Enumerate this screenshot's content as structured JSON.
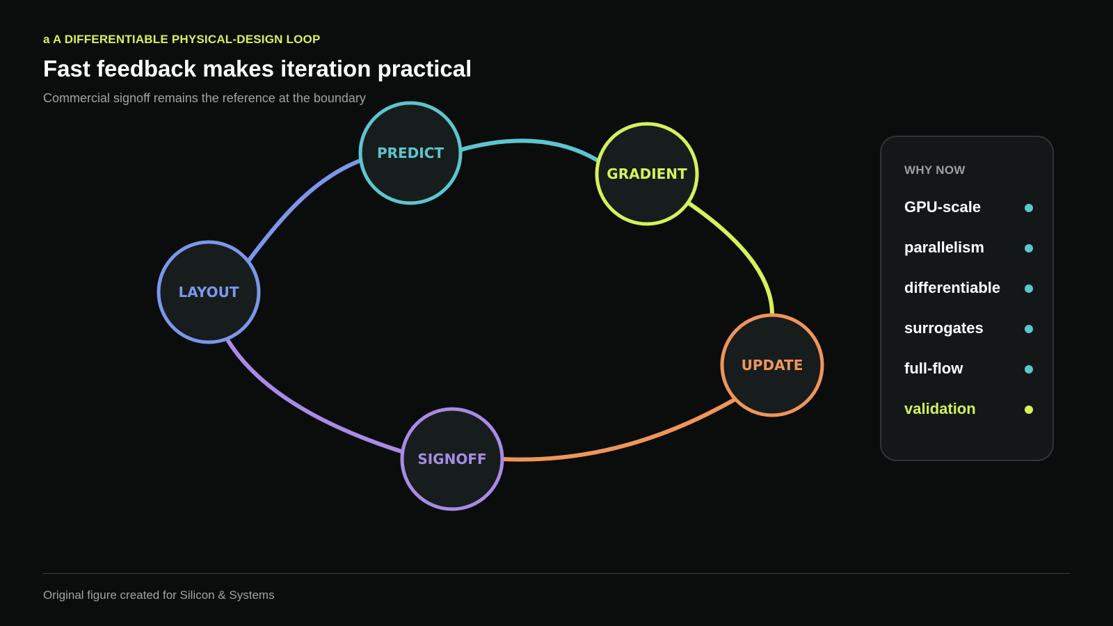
{
  "header": {
    "kicker": "a A DIFFERENTIABLE PHYSICAL-DESIGN LOOP",
    "title": "Fast feedback makes iteration practical",
    "subtitle": "Commercial signoff remains the reference at the boundary"
  },
  "diagram": {
    "nodes": [
      {
        "id": "layout",
        "label": "LAYOUT",
        "color": "#7b97ec"
      },
      {
        "id": "predict",
        "label": "PREDICT",
        "color": "#5cc6cf"
      },
      {
        "id": "gradient",
        "label": "GRADIENT",
        "color": "#d4f25a"
      },
      {
        "id": "update",
        "label": "UPDATE",
        "color": "#f0955a"
      },
      {
        "id": "signoff",
        "label": "SIGNOFF",
        "color": "#a88be6"
      }
    ],
    "edges": [
      {
        "from": "layout",
        "to": "predict",
        "color": "#7b97ec"
      },
      {
        "from": "predict",
        "to": "gradient",
        "color": "#5cc6cf"
      },
      {
        "from": "gradient",
        "to": "update",
        "color": "#d4f25a"
      },
      {
        "from": "update",
        "to": "signoff",
        "color": "#f0955a"
      },
      {
        "from": "signoff",
        "to": "layout",
        "color": "#a88be6"
      }
    ],
    "node_fill": "#171d1c"
  },
  "panel": {
    "heading": "WHY NOW",
    "items": [
      {
        "label": "GPU-scale",
        "text_color": "#ffffff",
        "dot_color": "#5cc6cf"
      },
      {
        "label": "parallelism",
        "text_color": "#ffffff",
        "dot_color": "#5cc6cf"
      },
      {
        "label": "differentiable",
        "text_color": "#ffffff",
        "dot_color": "#5cc6cf"
      },
      {
        "label": "surrogates",
        "text_color": "#ffffff",
        "dot_color": "#5cc6cf"
      },
      {
        "label": "full-flow",
        "text_color": "#ffffff",
        "dot_color": "#5cc6cf"
      },
      {
        "label": "validation",
        "text_color": "#d4f25a",
        "dot_color": "#d4f25a"
      }
    ]
  },
  "footer": {
    "credit": "Original figure created for Silicon & Systems"
  }
}
